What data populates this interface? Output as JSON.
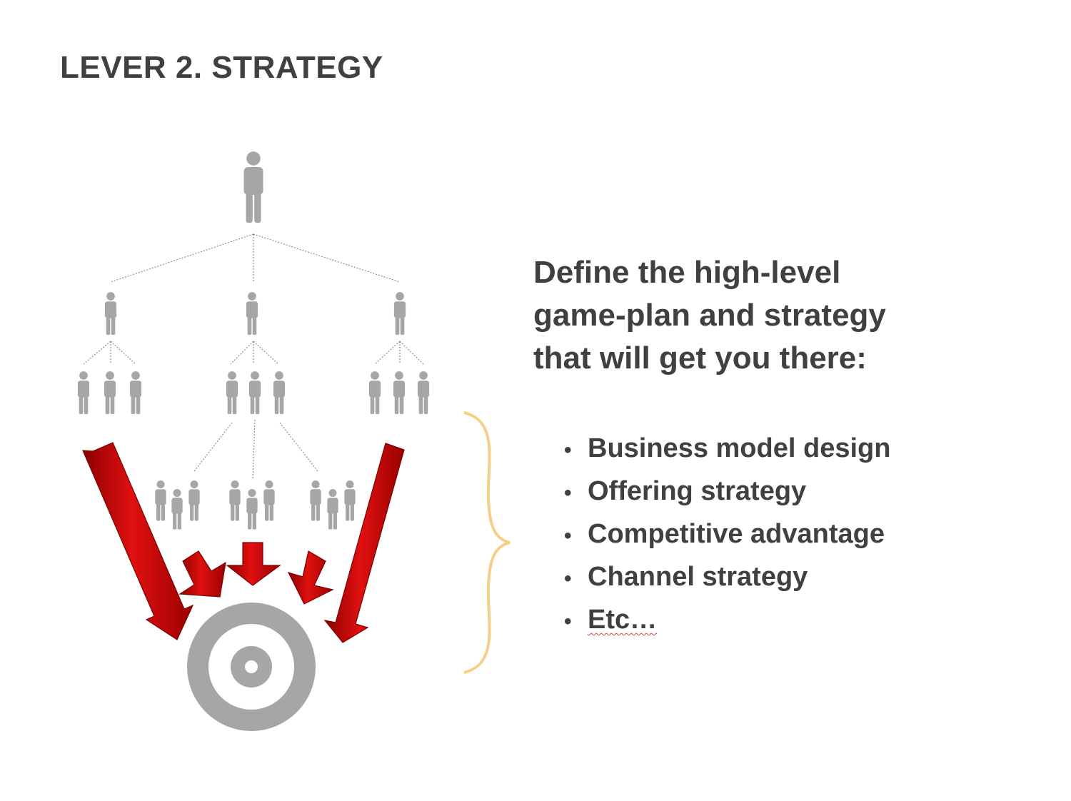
{
  "slide": {
    "title": "LEVER 2. STRATEGY"
  },
  "headline": {
    "lines": [
      "Define the high-level",
      "game-plan and strategy",
      "that will get you there:"
    ]
  },
  "bullets": {
    "bullet_glyph": "•",
    "items": [
      "Business model design",
      "Offering strategy",
      "Competitive advantage",
      "Channel strategy",
      "Etc…"
    ]
  },
  "colors": {
    "title_text": "#404040",
    "person_icon": "#a6a6a6",
    "arrow_red": "#c00000",
    "target_gray": "#a6a6a6",
    "brace": "#f5d08a"
  },
  "icons": {
    "person": "person-icon",
    "arrow": "down-arrow-icon",
    "target": "target-icon",
    "brace": "curly-brace"
  }
}
